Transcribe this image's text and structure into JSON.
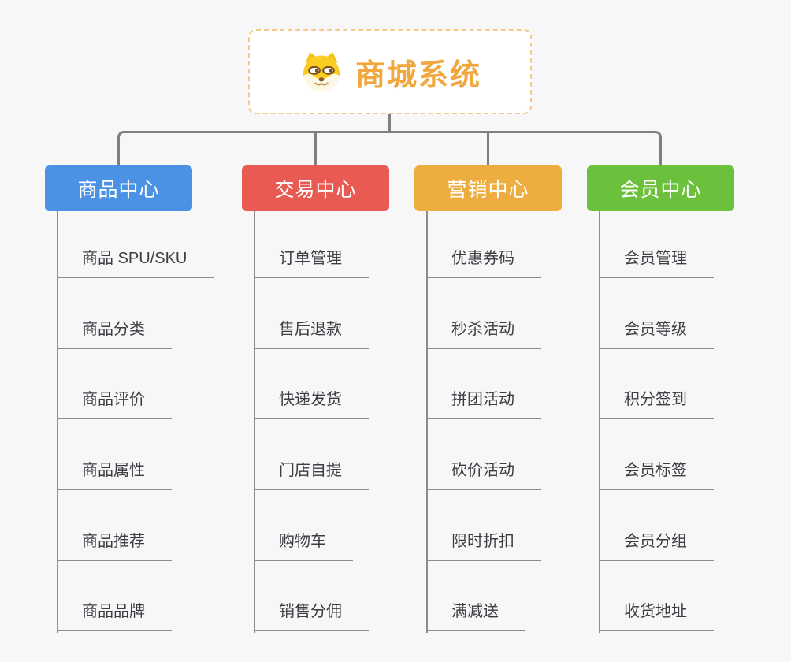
{
  "canvas": {
    "background_color": "#f7f7f7",
    "connector_color": "#7f7f7f",
    "branch_line_color": "#8c8c8c",
    "leaf_text_color": "#3b3e43"
  },
  "root": {
    "title": "商城系统",
    "icon": "doge-face-icon",
    "accent_color": "#f0a73e",
    "border_color": "#f5c98a",
    "background_color": "#ffffff"
  },
  "branches": [
    {
      "label": "商品中心",
      "slug": "product-center",
      "color": "#4b92e5",
      "children": [
        "商品 SPU/SKU",
        "商品分类",
        "商品评价",
        "商品属性",
        "商品推荐",
        "商品品牌"
      ]
    },
    {
      "label": "交易中心",
      "slug": "trade-center",
      "color": "#e85a52",
      "children": [
        "订单管理",
        "售后退款",
        "快递发货",
        "门店自提",
        "购物车",
        "销售分佣"
      ]
    },
    {
      "label": "营销中心",
      "slug": "marketing-center",
      "color": "#edad40",
      "children": [
        "优惠券码",
        "秒杀活动",
        "拼团活动",
        "砍价活动",
        "限时折扣",
        "满减送"
      ]
    },
    {
      "label": "会员中心",
      "slug": "member-center",
      "color": "#6cc13c",
      "children": [
        "会员管理",
        "会员等级",
        "积分签到",
        "会员标签",
        "会员分组",
        "收货地址"
      ]
    }
  ]
}
